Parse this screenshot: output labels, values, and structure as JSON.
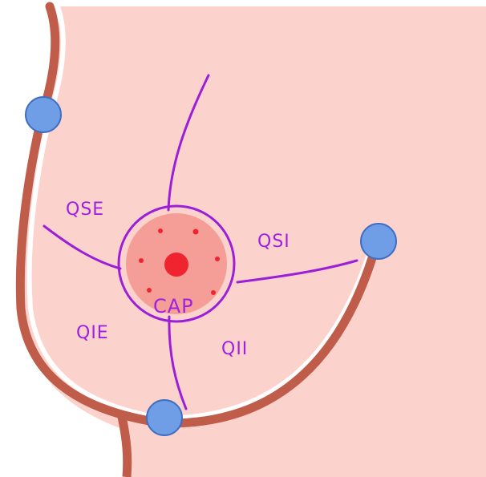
{
  "labels": {
    "qse": "QSE",
    "qsi": "QSI",
    "qie": "QIE",
    "qii": "QII",
    "cap": "CAP"
  },
  "colors": {
    "background": "#ffffff",
    "skin": "#fcd3cc",
    "outline": "#c05c4a",
    "highlight": "#ffffff",
    "divider": "#9a1fd6",
    "label": "#a020e0",
    "areola": "#f59e97",
    "nipple": "#f0242e",
    "landmark_fill": "#6f9de6",
    "landmark_stroke": "#3e6fc2"
  },
  "landmarks": [
    {
      "name": "upper-landmark"
    },
    {
      "name": "medial-landmark"
    },
    {
      "name": "inferior-landmark"
    }
  ]
}
